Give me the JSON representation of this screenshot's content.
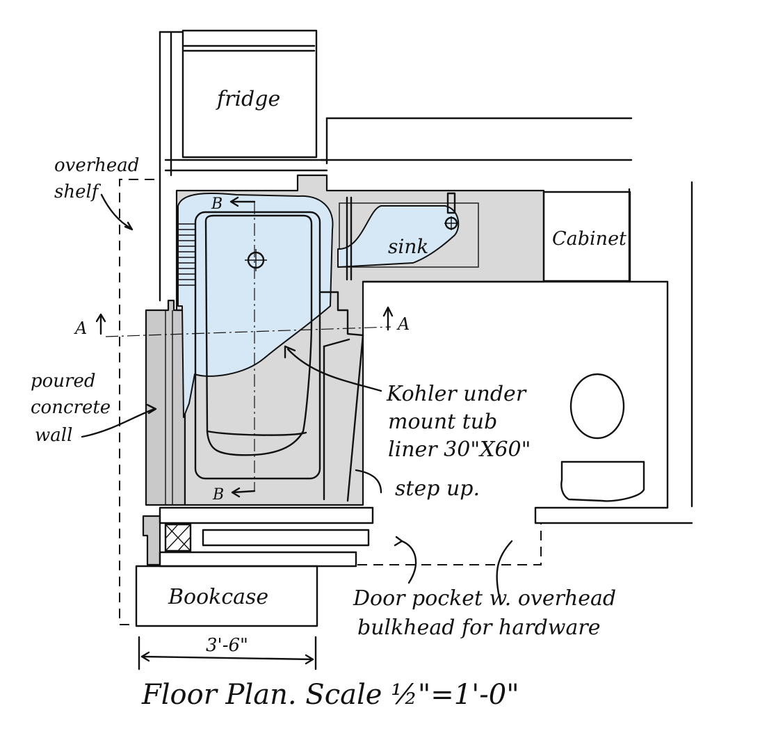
{
  "labels": {
    "fridge": "fridge",
    "overhead_shelf_line1": "overhead",
    "overhead_shelf_line2": "shelf",
    "sink": "sink",
    "cabinet": "Cabinet",
    "poured_line1": "poured",
    "poured_line2": "concrete",
    "poured_line3": "wall",
    "kohler_line1": "Kohler under",
    "kohler_line2": "mount tub",
    "kohler_line3": "liner 30\"X60\"",
    "step_up": "step up.",
    "bookcase": "Bookcase",
    "door_line1": "Door pocket w. overhead",
    "door_line2": "bulkhead for hardware",
    "dimension": "3'-6\"",
    "section_a_left": "A",
    "section_a_right": "A",
    "section_b_top": "B",
    "section_b_bottom": "B",
    "title": "Floor Plan. Scale ½\"=1'-0\""
  },
  "colors": {
    "ink": "#111111",
    "concrete": "#c9c9c9",
    "water": "#d6e8f5"
  }
}
